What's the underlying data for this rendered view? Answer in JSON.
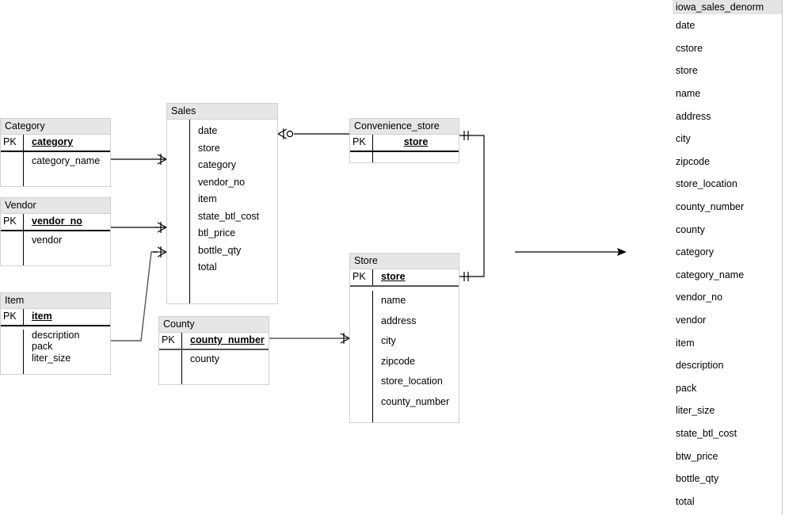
{
  "diagram": {
    "type": "entity-relationship-diagram",
    "entities": [
      {
        "id": "category",
        "title": "Category",
        "pk_label": "PK",
        "pk_field": "category",
        "attributes": [
          "category_name"
        ]
      },
      {
        "id": "vendor",
        "title": "Vendor",
        "pk_label": "PK",
        "pk_field": "vendor_no",
        "attributes": [
          "vendor"
        ]
      },
      {
        "id": "item",
        "title": "Item",
        "pk_label": "PK",
        "pk_field": "item",
        "attributes": [
          "description",
          "pack",
          "liter_size"
        ]
      },
      {
        "id": "sales",
        "title": "Sales",
        "pk_label": "",
        "pk_field": "",
        "attributes": [
          "date",
          "store",
          "category",
          "vendor_no",
          "item",
          "state_btl_cost",
          "btl_price",
          "bottle_qty",
          "total"
        ]
      },
      {
        "id": "county",
        "title": "County",
        "pk_label": "PK",
        "pk_field": "county_number",
        "attributes": [
          "county"
        ]
      },
      {
        "id": "convenience_store",
        "title": "Convenience_store",
        "pk_label": "PK",
        "pk_field": "store",
        "attributes": []
      },
      {
        "id": "store",
        "title": "Store",
        "pk_label": "PK",
        "pk_field": "store",
        "attributes": [
          "name",
          "address",
          "city",
          "zipcode",
          "store_location",
          "county_number"
        ]
      }
    ]
  },
  "denorm": {
    "title": "iowa_sales_denorm",
    "columns": [
      "date",
      "cstore",
      "store",
      "name",
      "address",
      "city",
      "zipcode",
      "store_location",
      "county_number",
      "county",
      "category",
      "category_name",
      "vendor_no",
      "vendor",
      "item",
      "description",
      "pack",
      "liter_size",
      "state_btl_cost",
      "btw_price",
      "bottle_qty",
      "total"
    ]
  },
  "colors": {
    "header_fill": "#e6e6e6",
    "panel_header_fill": "#e4e4e4",
    "box_border": "#d0d0d0",
    "line": "#000000",
    "line_grey": "#555555",
    "background": "#ffffff"
  }
}
